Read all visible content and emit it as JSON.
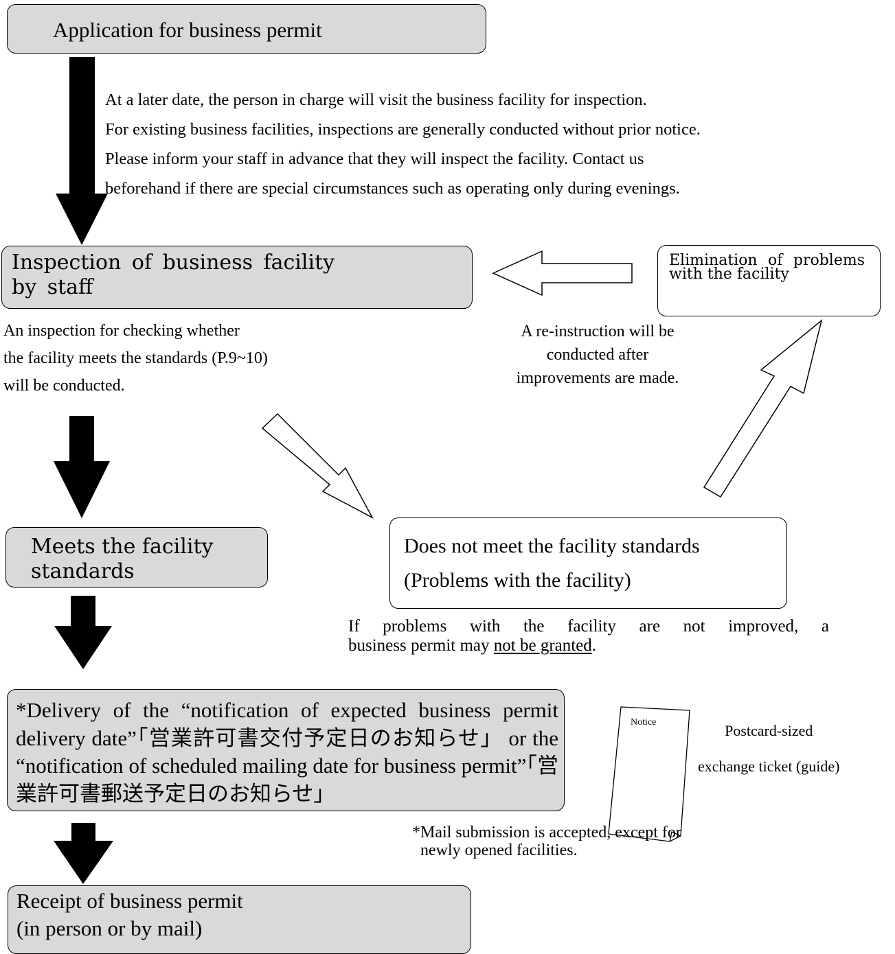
{
  "steps": {
    "application": "Application for business permit",
    "inspection": [
      "Inspection of business facility",
      "by staff"
    ],
    "meets": [
      "Meets the facility",
      "standards"
    ],
    "not_meet": [
      "Does not meet the facility standards",
      "(Problems with the facility)"
    ],
    "delivery": "*Delivery of the “notification of expected business permit delivery date”「営業許可書交付予定日のお知らせ」 or the “notification of scheduled mailing date for business permit”「営業許可書郵送予定日のお知らせ」",
    "receipt": [
      "Receipt of business permit",
      "(in person or by mail)"
    ],
    "elimination": "Elimination of problems with the facility"
  },
  "notes": {
    "visit": [
      "At a later date, the person in charge will visit the business facility for inspection.",
      "For existing business facilities, inspections are generally conducted without prior notice.",
      "Please inform your staff in advance that they will inspect the facility. Contact us",
      "beforehand if there are special circumstances such as operating only during evenings."
    ],
    "inspection_desc": [
      "An inspection for checking whether",
      "the facility meets the standards (P.9~10)",
      "will be conducted."
    ],
    "reinstruction": [
      "A re-instruction will be",
      "conducted after",
      "improvements are made."
    ],
    "not_improved_prefix": "If problems with the facility are not improved, a",
    "not_improved_line2": "business permit may ",
    "not_improved_underlined": "not be granted",
    "not_improved_end": ".",
    "mail_submission": [
      "*Mail submission is accepted, except for",
      "  newly opened facilities."
    ]
  },
  "postcard": {
    "label": "Notice",
    "caption": [
      "Postcard-sized",
      "exchange ticket (guide)"
    ]
  },
  "colors": {
    "box_fill": "#d9d9d9",
    "arrow_fill": "#000000",
    "outline": "#000000"
  }
}
